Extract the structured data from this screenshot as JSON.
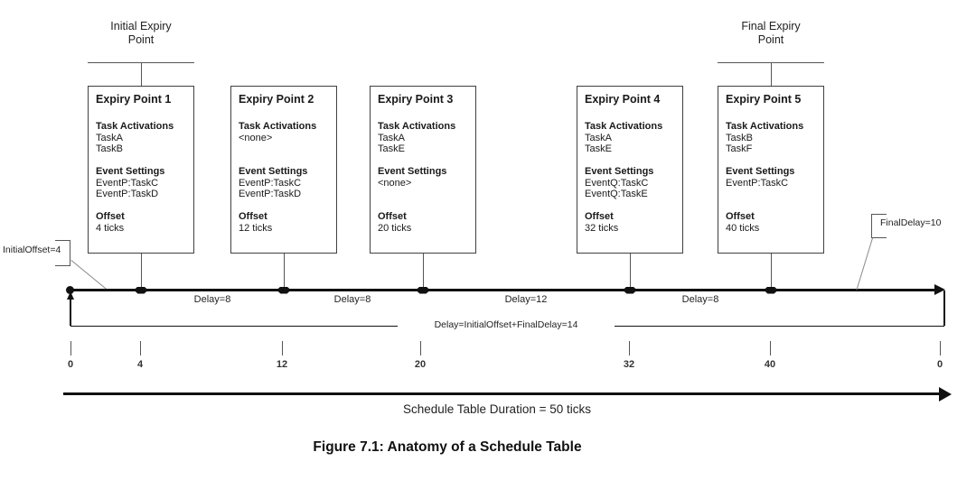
{
  "figure": {
    "caption": "Figure 7.1: Anatomy of a Schedule Table",
    "duration_label": "Schedule Table Duration = 50 ticks"
  },
  "callouts": {
    "initial_expiry_line1": "Initial Expiry",
    "initial_expiry_line2": "Point",
    "final_expiry_line1": "Final Expiry",
    "final_expiry_line2": "Point",
    "initial_offset": "InitialOffset=4",
    "final_delay": "FinalDelay=10",
    "wraparound_delay": "Delay=InitialOffset+FinalDelay=14"
  },
  "expiry_points": [
    {
      "title": "Expiry Point 1",
      "tasks_header": "Task Activations",
      "tasks": [
        "TaskA",
        "TaskB"
      ],
      "events_header": "Event Settings",
      "events": [
        "EventP:TaskC",
        "EventP:TaskD"
      ],
      "offset_header": "Offset",
      "offset_value": "4 ticks"
    },
    {
      "title": "Expiry Point 2",
      "tasks_header": "Task Activations",
      "tasks": [
        "<none>"
      ],
      "events_header": "Event Settings",
      "events": [
        "EventP:TaskC",
        "EventP:TaskD"
      ],
      "offset_header": "Offset",
      "offset_value": "12 ticks"
    },
    {
      "title": "Expiry Point 3",
      "tasks_header": "Task Activations",
      "tasks": [
        "TaskA",
        "TaskE"
      ],
      "events_header": "Event Settings",
      "events": [
        "<none>"
      ],
      "offset_header": "Offset",
      "offset_value": "20 ticks"
    },
    {
      "title": "Expiry Point 4",
      "tasks_header": "Task Activations",
      "tasks": [
        "TaskA",
        "TaskE"
      ],
      "events_header": "Event Settings",
      "events": [
        "EventQ:TaskC",
        "EventQ:TaskE"
      ],
      "offset_header": "Offset",
      "offset_value": "32 ticks"
    },
    {
      "title": "Expiry Point 5",
      "tasks_header": "Task Activations",
      "tasks": [
        "TaskB",
        "TaskF"
      ],
      "events_header": "Event Settings",
      "events": [
        "EventP:TaskC"
      ],
      "offset_header": "Offset",
      "offset_value": "40 ticks"
    }
  ],
  "timeline": {
    "delay_labels": [
      "Delay=8",
      "Delay=8",
      "Delay=12",
      "Delay=8"
    ],
    "tick_labels": [
      "0",
      "4",
      "12",
      "20",
      "32",
      "40",
      "0"
    ]
  }
}
